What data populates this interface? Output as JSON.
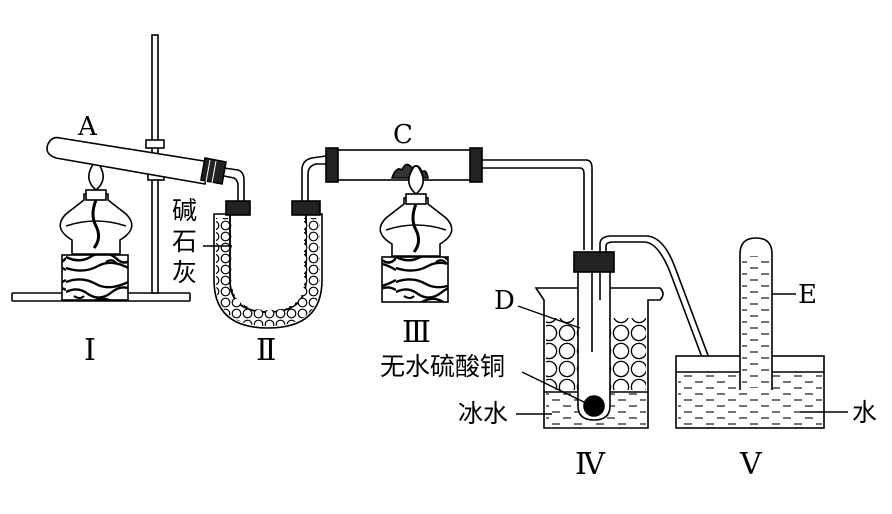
{
  "labels": {
    "A": "A",
    "C": "C",
    "D": "D",
    "E": "E",
    "soda_lime": [
      "碱",
      "石",
      "灰"
    ],
    "anhydrous_cuso4": "无水硫酸铜",
    "ice_water": "冰水",
    "water": "水"
  },
  "roman": {
    "I": "Ⅰ",
    "II": "Ⅱ",
    "III": "Ⅲ",
    "IV": "Ⅳ",
    "V": "Ⅴ"
  },
  "colors": {
    "line": "#000000",
    "stopper": "#222222",
    "fill_light": "#ffffff"
  }
}
